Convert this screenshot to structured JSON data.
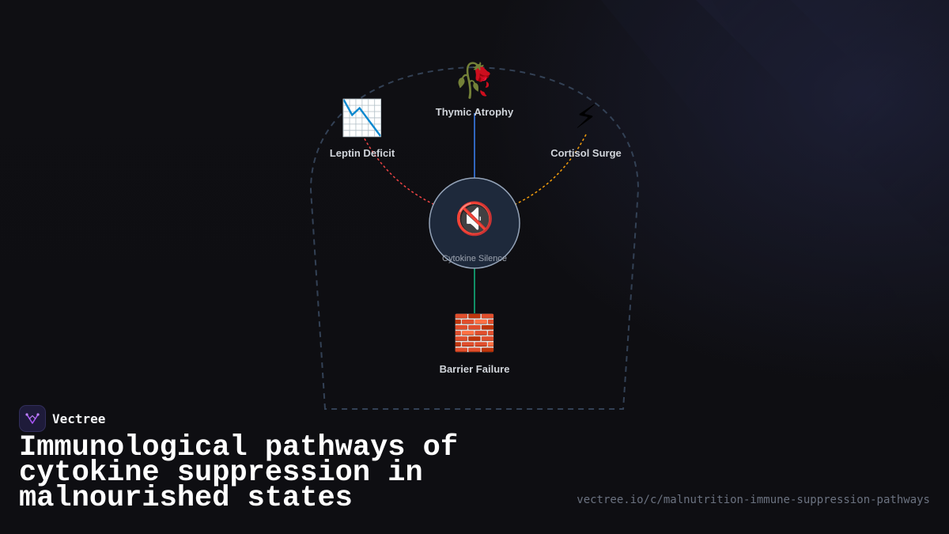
{
  "brand": {
    "name": "Vectree"
  },
  "title": "Immunological pathways of cytokine suppression in malnourished states",
  "url": "vectree.io/c/malnutrition-immune-suppression-pathways",
  "diagram": {
    "center": {
      "label": "Cytokine Silence",
      "icon": "muted-speaker-icon",
      "glyph": "🔇"
    },
    "nodes": [
      {
        "id": "thymic",
        "label": "Thymic Atrophy",
        "icon": "wilted-flower-icon",
        "glyph": "🥀",
        "edge_color": "#3b82f6",
        "edge_style": "solid"
      },
      {
        "id": "leptin",
        "label": "Leptin Deficit",
        "icon": "chart-decreasing-icon",
        "glyph": "📉",
        "edge_color": "#ef4444",
        "edge_style": "dashed"
      },
      {
        "id": "cortisol",
        "label": "Cortisol Surge",
        "icon": "lightning-icon",
        "glyph": "⚡",
        "edge_color": "#f59e0b",
        "edge_style": "dashed"
      },
      {
        "id": "barrier",
        "label": "Barrier Failure",
        "icon": "brick-wall-icon",
        "glyph": "🧱",
        "edge_color": "#10b981",
        "edge_style": "solid"
      }
    ],
    "colors": {
      "boundary": "#334155",
      "center_fill": "#1e293b",
      "center_stroke": "#94a3b8"
    }
  }
}
